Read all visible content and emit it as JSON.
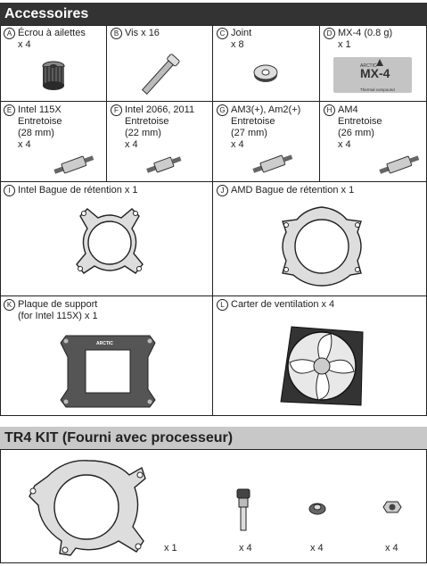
{
  "header_accessories": "Accessoires",
  "header_tr4": "TR4 KIT (Fourni avec processeur)",
  "items": {
    "a": {
      "letter": "A",
      "line1": "Écrou à ailettes",
      "line2": "x 4"
    },
    "b": {
      "letter": "B",
      "line1": "Vis x 16"
    },
    "c": {
      "letter": "C",
      "line1": "Joint",
      "line2": "x 8"
    },
    "d": {
      "letter": "D",
      "line1": "MX-4 (0.8 g)",
      "line2": "x 1",
      "pkg_brand": "ARCTIC",
      "pkg_name": "MX-4",
      "pkg_sub": "Thermal compound"
    },
    "e": {
      "letter": "E",
      "line1": "Intel 115X",
      "line2": "Entretoise",
      "line3": "(28 mm)",
      "line4": "x 4"
    },
    "f": {
      "letter": "F",
      "line1": "Intel 2066, 2011",
      "line2": "Entretoise",
      "line3": "(22 mm)",
      "line4": "x 4"
    },
    "g": {
      "letter": "G",
      "line1": "AM3(+), Am2(+)",
      "line2": "Entretoise",
      "line3": "(27 mm)",
      "line4": "x 4"
    },
    "h": {
      "letter": "H",
      "line1": "AM4",
      "line2": "Entretoise",
      "line3": "(26 mm)",
      "line4": "x 4"
    },
    "i": {
      "letter": "I",
      "line1": "Intel Bague de rétention x 1"
    },
    "j": {
      "letter": "J",
      "line1": "AMD Bague de rétention x 1"
    },
    "k": {
      "letter": "K",
      "line1": "Plaque de support",
      "line2": "(for Intel 115X) x 1",
      "plate_brand": "ARCTIC"
    },
    "l": {
      "letter": "L",
      "line1": "Carter de ventilation x 4"
    }
  },
  "tr4": {
    "qty_ring": "x 1",
    "qty_screw": "x 4",
    "qty_washer": "x 4",
    "qty_nut": "x 4"
  },
  "colors": {
    "dark_header": "#333333",
    "light_header": "#c8c8c8",
    "line": "#222222"
  }
}
